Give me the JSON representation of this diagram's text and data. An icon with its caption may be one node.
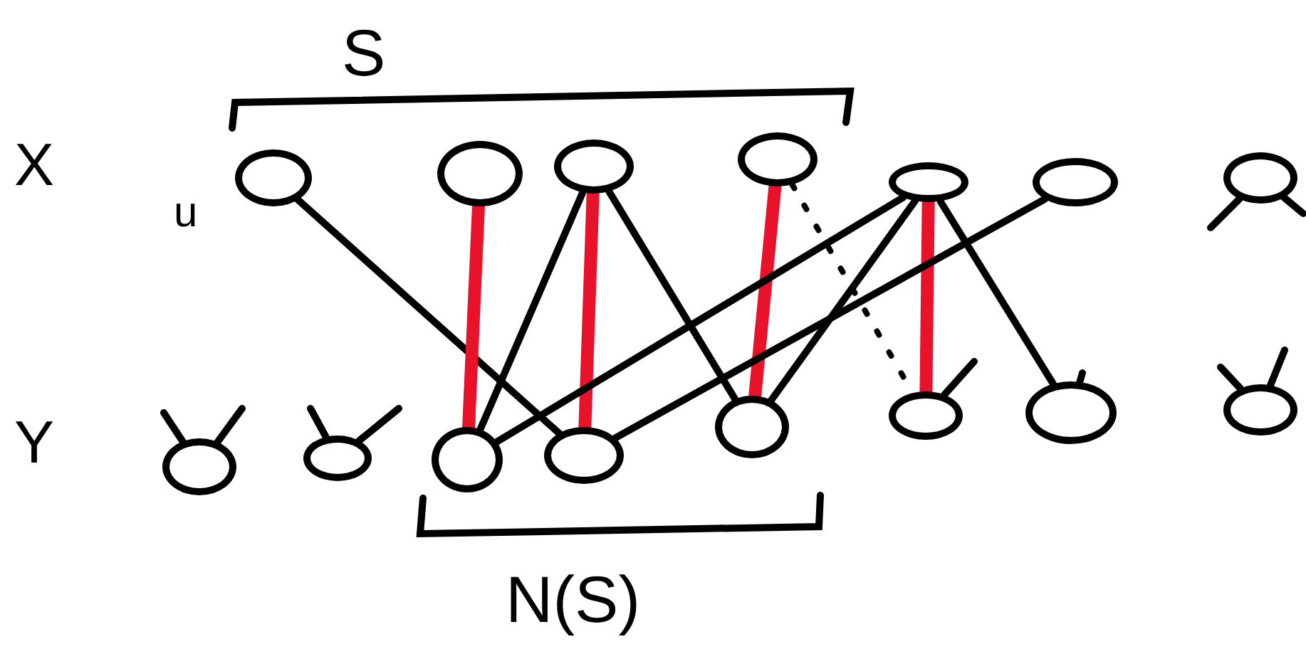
{
  "diagram": {
    "nodes": [
      {
        "text": [],
        "shape": "circle",
        "beside": [
          "u"
        ]
      },
      {
        "text": [],
        "shape": "circle"
      },
      {
        "text": [],
        "shape": "circle"
      },
      {
        "text": [],
        "shape": "circle"
      },
      {
        "text": [],
        "shape": "circle"
      },
      {
        "text": [],
        "shape": "circle"
      },
      {
        "text": [],
        "shape": "circle"
      },
      {
        "text": [],
        "shape": "circle"
      },
      {
        "text": [],
        "shape": "circle"
      },
      {
        "text": [],
        "shape": "circle"
      },
      {
        "text": [],
        "shape": "circle"
      },
      {
        "text": [],
        "shape": "circle"
      },
      {
        "text": [],
        "shape": "circle"
      },
      {
        "text": [],
        "shape": "circle"
      },
      {
        "text": [],
        "shape": "circle"
      }
    ],
    "edges": [
      {
        "from": 0,
        "to": 10,
        "arrow": "none"
      },
      {
        "from": 1,
        "to": 9,
        "arrow": "none",
        "style": "thick",
        "color": "#e8132a"
      },
      {
        "from": 2,
        "to": 9,
        "arrow": "none"
      },
      {
        "from": 2,
        "to": 10,
        "arrow": "none",
        "style": "thick",
        "color": "#e8132a"
      },
      {
        "from": 2,
        "to": 11,
        "arrow": "none"
      },
      {
        "from": 3,
        "to": 11,
        "arrow": "none",
        "style": "thick",
        "color": "#e8132a"
      },
      {
        "from": 3,
        "to": 12,
        "arrow": "none",
        "style": "dashed"
      },
      {
        "from": 4,
        "to": 9,
        "arrow": "none"
      },
      {
        "from": 4,
        "to": 11,
        "arrow": "none"
      },
      {
        "from": 4,
        "to": 12,
        "arrow": "none",
        "style": "thick",
        "color": "#e8132a"
      },
      {
        "from": 4,
        "to": 13,
        "arrow": "none"
      },
      {
        "from": 5,
        "to": 10,
        "arrow": "none"
      },
      {
        "from": 6,
        "to": null,
        "arrow": "none"
      },
      {
        "from": 6,
        "to": null,
        "arrow": "none"
      },
      {
        "from": 7,
        "to": null,
        "arrow": "none"
      },
      {
        "from": 7,
        "to": null,
        "arrow": "none"
      },
      {
        "from": 8,
        "to": null,
        "arrow": "none"
      },
      {
        "from": 8,
        "to": null,
        "arrow": "none"
      },
      {
        "from": 12,
        "to": null,
        "arrow": "none"
      },
      {
        "from": 13,
        "to": null,
        "arrow": "none"
      },
      {
        "from": 14,
        "to": null,
        "arrow": "none"
      },
      {
        "from": 14,
        "to": null,
        "arrow": "none"
      }
    ],
    "labels": [
      "S",
      "X",
      "Y",
      "N(S)"
    ]
  }
}
